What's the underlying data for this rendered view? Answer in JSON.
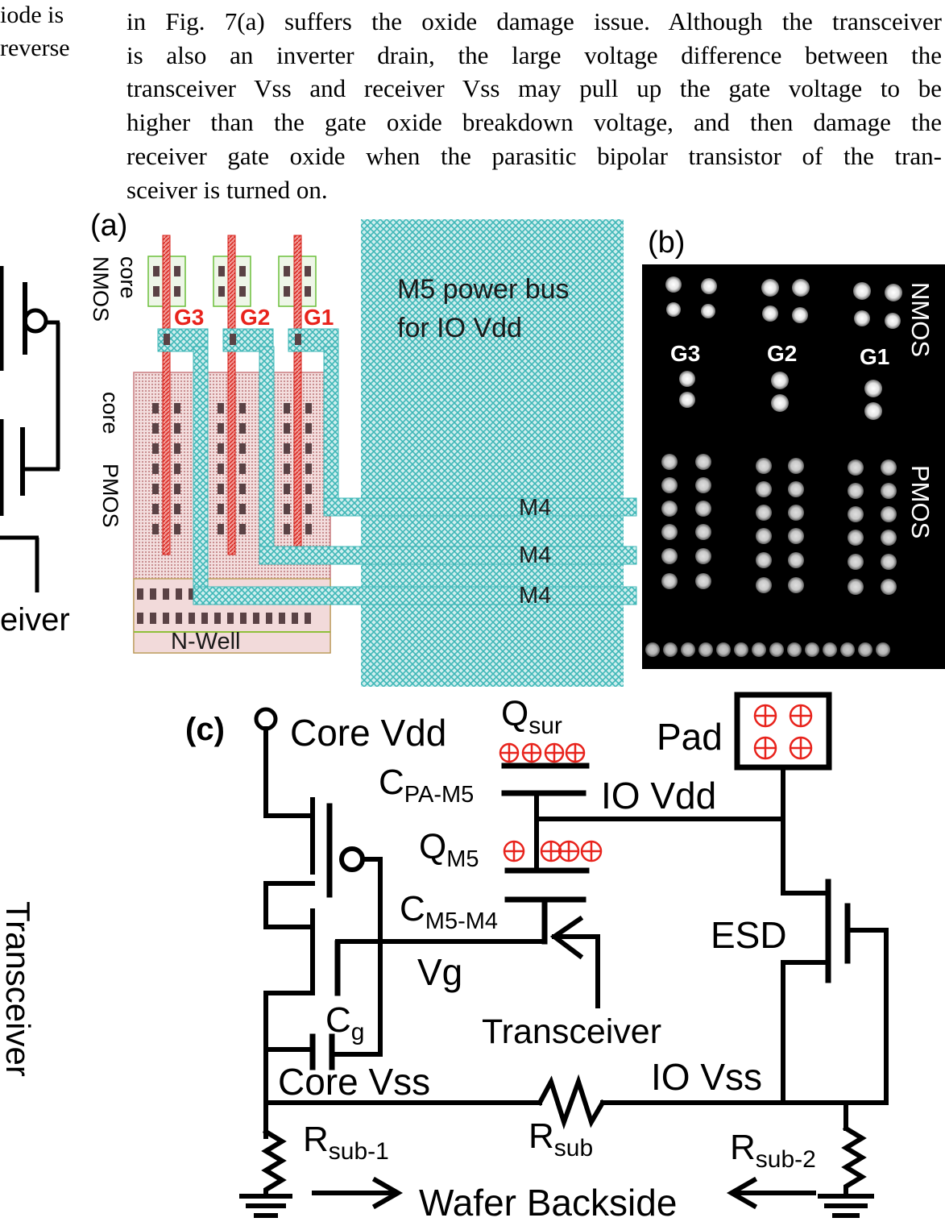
{
  "left_column": {
    "line1": "iode is",
    "line2": "reverse",
    "receiver_word": "eiver",
    "transceiver_word": "Transceiver"
  },
  "paragraph": {
    "lines": [
      "in Fig. 7(a) suffers the oxide damage issue. Although the transceiver",
      "is also an inverter drain, the large voltage difference between the",
      "transceiver Vss and receiver Vss may pull up the gate voltage to be",
      "higher than the gate oxide breakdown voltage, and then damage the",
      "receiver gate oxide when the parasitic bipolar transistor of the tran-",
      "sceiver is turned on."
    ]
  },
  "figure_a": {
    "panel_label": "(a)",
    "core_top": "core",
    "nmos": "NMOS",
    "core_mid": "core",
    "pmos": "PMOS",
    "gates": [
      "G3",
      "G2",
      "G1"
    ],
    "bus_line1": "M5 power bus",
    "bus_line2": "for IO Vdd",
    "m4_labels": [
      "M4",
      "M4",
      "M4"
    ],
    "nwell": "N-Well",
    "colors": {
      "gate_red": "#e8231c",
      "metal_teal": "#3fb7b7",
      "diffusion": "#c9989a"
    }
  },
  "figure_b": {
    "panel_label": "(b)",
    "gates": [
      "G3",
      "G2",
      "G1"
    ],
    "nmos": "NMOS",
    "pmos": "PMOS"
  },
  "figure_c": {
    "panel_label": "(c)",
    "core_vdd": "Core Vdd",
    "q_sur": "Q",
    "q_sur_sub": "sur",
    "c_pa": "C",
    "c_pa_sub": "PA-M5",
    "io_vdd": "IO Vdd",
    "pad": "Pad",
    "q_m5": "Q",
    "q_m5_sub": "M5",
    "c_m5": "C",
    "c_m5_sub": "M5-M4",
    "vg": "Vg",
    "esd": "ESD",
    "cg": "C",
    "cg_sub": "g",
    "transceiver": "Transceiver",
    "core_vss": "Core Vss",
    "io_vss": "IO Vss",
    "r_sub1": "R",
    "r_sub1_sub": "sub-1",
    "r_sub": "R",
    "r_sub_sub": "sub",
    "r_sub2": "R",
    "r_sub2_sub": "sub-2",
    "wafer": "Wafer Backside",
    "charge_color": "#e8231c"
  }
}
